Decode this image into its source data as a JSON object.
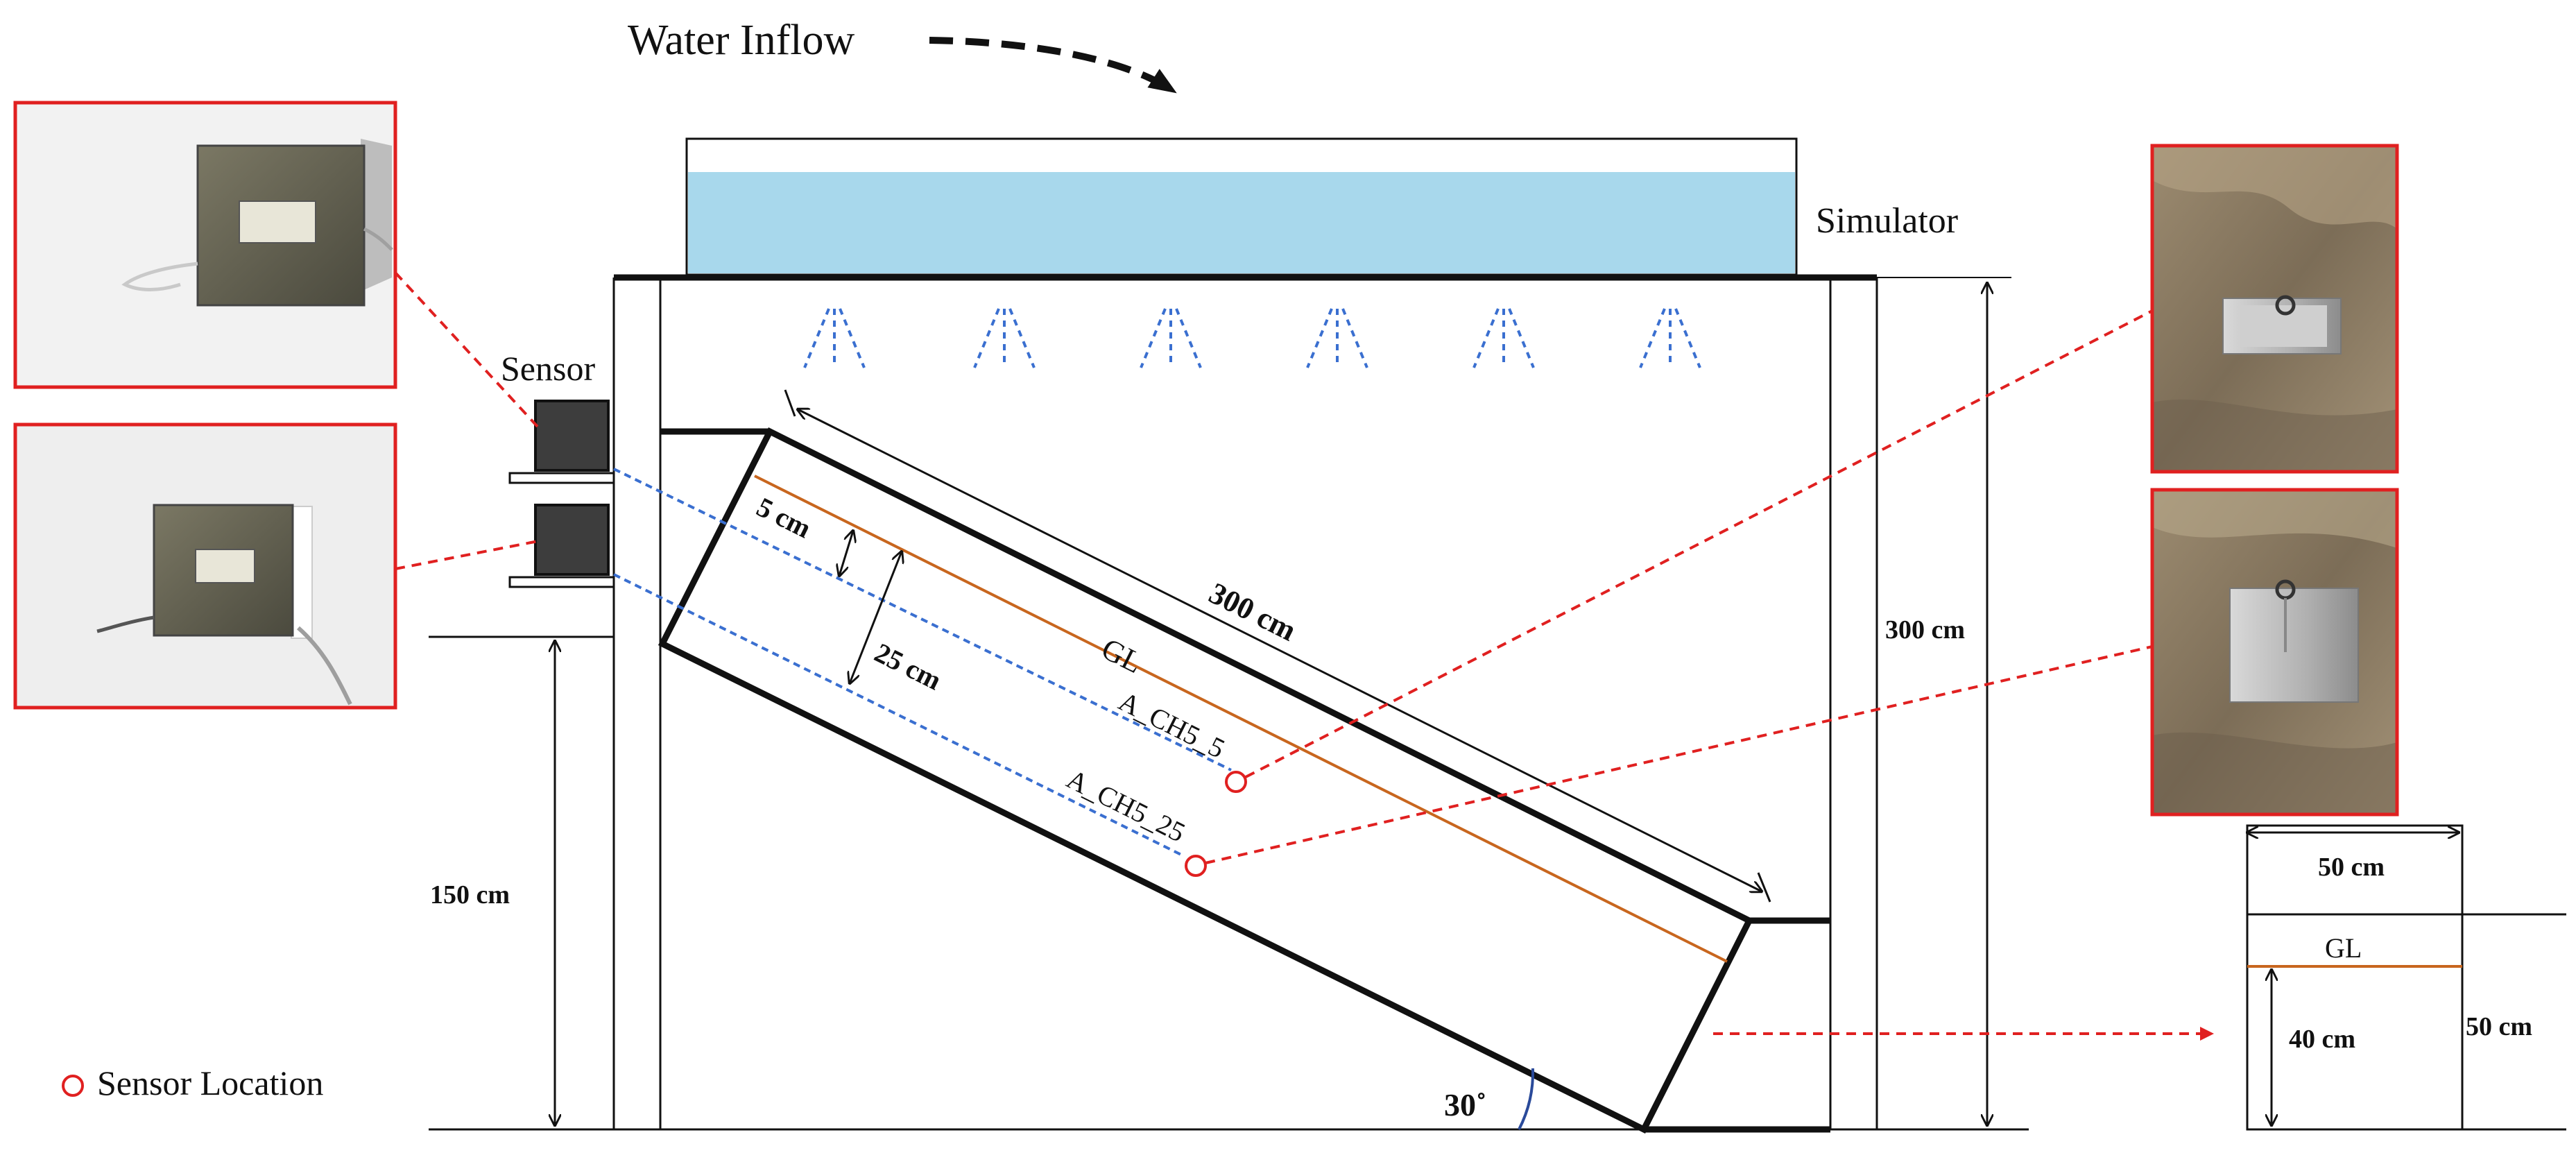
{
  "labels": {
    "water_inflow": "Water Inflow",
    "simulator": "Simulator",
    "sensor": "Sensor",
    "dim_300_slope": "300 cm",
    "dim_300_height": "300 cm",
    "dim_150": "150 cm",
    "dim_5": "5 cm",
    "dim_25": "25 cm",
    "gl_main": "GL",
    "sensor_a5": "A_CH5_5",
    "sensor_a25": "A_CH5_25",
    "angle": "30˚",
    "legend_sensor_location": "Sensor Location",
    "box_width": "50 cm",
    "box_height": "50 cm",
    "box_depth": "40 cm",
    "gl_box": "GL"
  },
  "colors": {
    "water": "#a8d8ec",
    "accent_red": "#e02020",
    "gl_line": "#c8661e",
    "sensor_line": "#3a6fd0",
    "rain": "#3a6fd0",
    "sensor_box": "#3a3a3a",
    "soil": "#8a7a62",
    "metal_box": "#b9b9b9"
  },
  "icons": {
    "sensor_marker": "circle-outline-icon",
    "flow_arrow": "curved-dashed-arrow-icon"
  }
}
